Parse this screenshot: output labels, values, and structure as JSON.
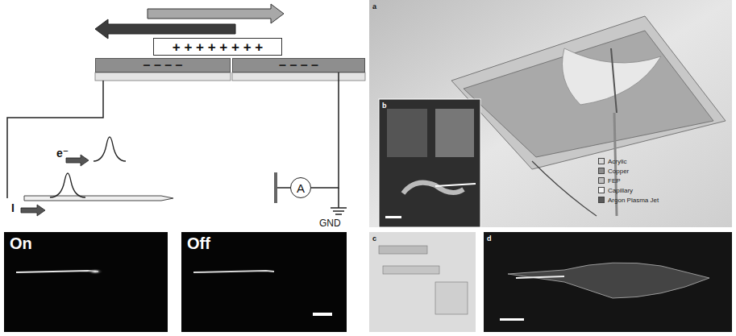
{
  "diagram": {
    "nodes": [
      {
        "text": [
          "+ + + + + + + +"
        ]
      },
      {
        "text": [
          "– – – –"
        ]
      },
      {
        "text": [
          "– – – –"
        ]
      },
      {
        "text": [
          "A"
        ]
      },
      {
        "text": [
          "On"
        ]
      },
      {
        "text": [
          "Off"
        ]
      }
    ],
    "edges": [
      {
        "from": 2,
        "to": 3,
        "arrow": "none"
      }
    ],
    "labels": [
      "I",
      "e⁻",
      "GND",
      "a",
      "b",
      "c",
      "d"
    ],
    "legend": [
      {
        "text": "Acrylic",
        "color": "#d9d9d9"
      },
      {
        "text": "Copper",
        "color": "#8c8c8c"
      },
      {
        "text": "FEP",
        "color": "#bfbfbf"
      },
      {
        "text": "Capillary",
        "color": "#f2f2f2"
      },
      {
        "text": "Argon Plasma Jet",
        "color": "#595959"
      }
    ]
  }
}
